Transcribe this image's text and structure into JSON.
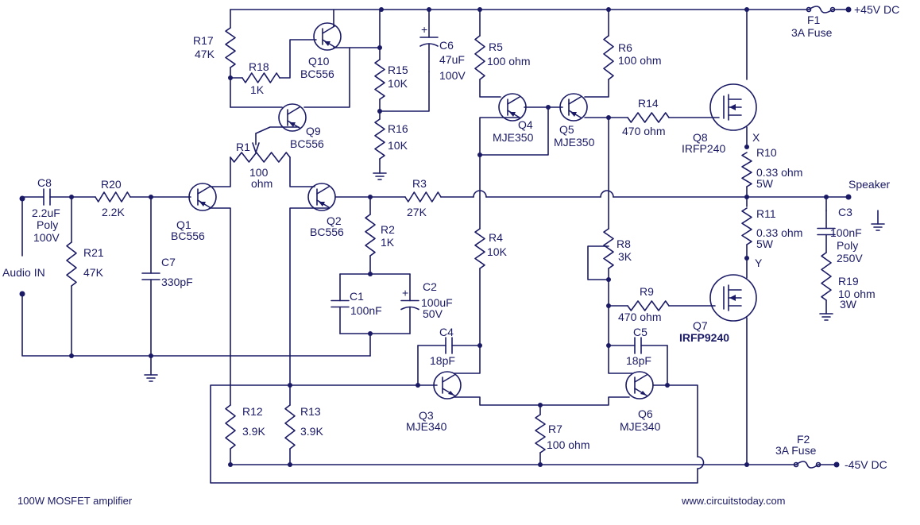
{
  "title": "100W MOSFET amplifier",
  "website": "www.circuitstoday.com",
  "supply": {
    "pos": "+45V DC",
    "neg": "-45V DC"
  },
  "io": {
    "input": "Audio IN",
    "output": "Speaker"
  },
  "fuses": [
    {
      "ref": "F1",
      "value": "3A Fuse"
    },
    {
      "ref": "F2",
      "value": "3A Fuse"
    }
  ],
  "transistors": [
    {
      "ref": "Q1",
      "part": "BC556"
    },
    {
      "ref": "Q2",
      "part": "BC556"
    },
    {
      "ref": "Q3",
      "part": "MJE340"
    },
    {
      "ref": "Q4",
      "part": "MJE350"
    },
    {
      "ref": "Q5",
      "part": "MJE350"
    },
    {
      "ref": "Q6",
      "part": "MJE340"
    },
    {
      "ref": "Q7",
      "part": "IRFP9240"
    },
    {
      "ref": "Q8",
      "part": "IRFP240"
    },
    {
      "ref": "Q9",
      "part": "BC556"
    },
    {
      "ref": "Q10",
      "part": "BC556"
    }
  ],
  "resistors": [
    {
      "ref": "R1",
      "value": "100",
      "value2": "ohm"
    },
    {
      "ref": "R2",
      "value": "1K"
    },
    {
      "ref": "R3",
      "value": "27K"
    },
    {
      "ref": "R4",
      "value": "10K"
    },
    {
      "ref": "R5",
      "value": "100 ohm"
    },
    {
      "ref": "R6",
      "value": "100 ohm"
    },
    {
      "ref": "R7",
      "value": "100 ohm"
    },
    {
      "ref": "R8",
      "value": "3K"
    },
    {
      "ref": "R9",
      "value": "470 ohm"
    },
    {
      "ref": "R10",
      "value": "0.33 ohm",
      "rating": "5W"
    },
    {
      "ref": "R11",
      "value": "0.33 ohm",
      "rating": "5W"
    },
    {
      "ref": "R12",
      "value": "3.9K"
    },
    {
      "ref": "R13",
      "value": "3.9K"
    },
    {
      "ref": "R14",
      "value": "470 ohm"
    },
    {
      "ref": "R15",
      "value": "10K"
    },
    {
      "ref": "R16",
      "value": "10K"
    },
    {
      "ref": "R17",
      "value": "47K"
    },
    {
      "ref": "R18",
      "value": "1K"
    },
    {
      "ref": "R19",
      "value": "10 ohm",
      "rating": "3W"
    },
    {
      "ref": "R20",
      "value": "2.2K"
    },
    {
      "ref": "R21",
      "value": "47K"
    }
  ],
  "capacitors": [
    {
      "ref": "C1",
      "value": "100nF"
    },
    {
      "ref": "C2",
      "value": "100uF",
      "rating": "50V"
    },
    {
      "ref": "C3",
      "value": "100nF",
      "type": "Poly",
      "rating": "250V"
    },
    {
      "ref": "C4",
      "value": "18pF"
    },
    {
      "ref": "C5",
      "value": "18pF"
    },
    {
      "ref": "C6",
      "value": "47uF",
      "rating": "100V"
    },
    {
      "ref": "C7",
      "value": "330pF"
    },
    {
      "ref": "C8",
      "value": "2.2uF",
      "type": "Poly",
      "rating": "100V"
    }
  ],
  "nodes": {
    "x": "X",
    "y": "Y"
  }
}
